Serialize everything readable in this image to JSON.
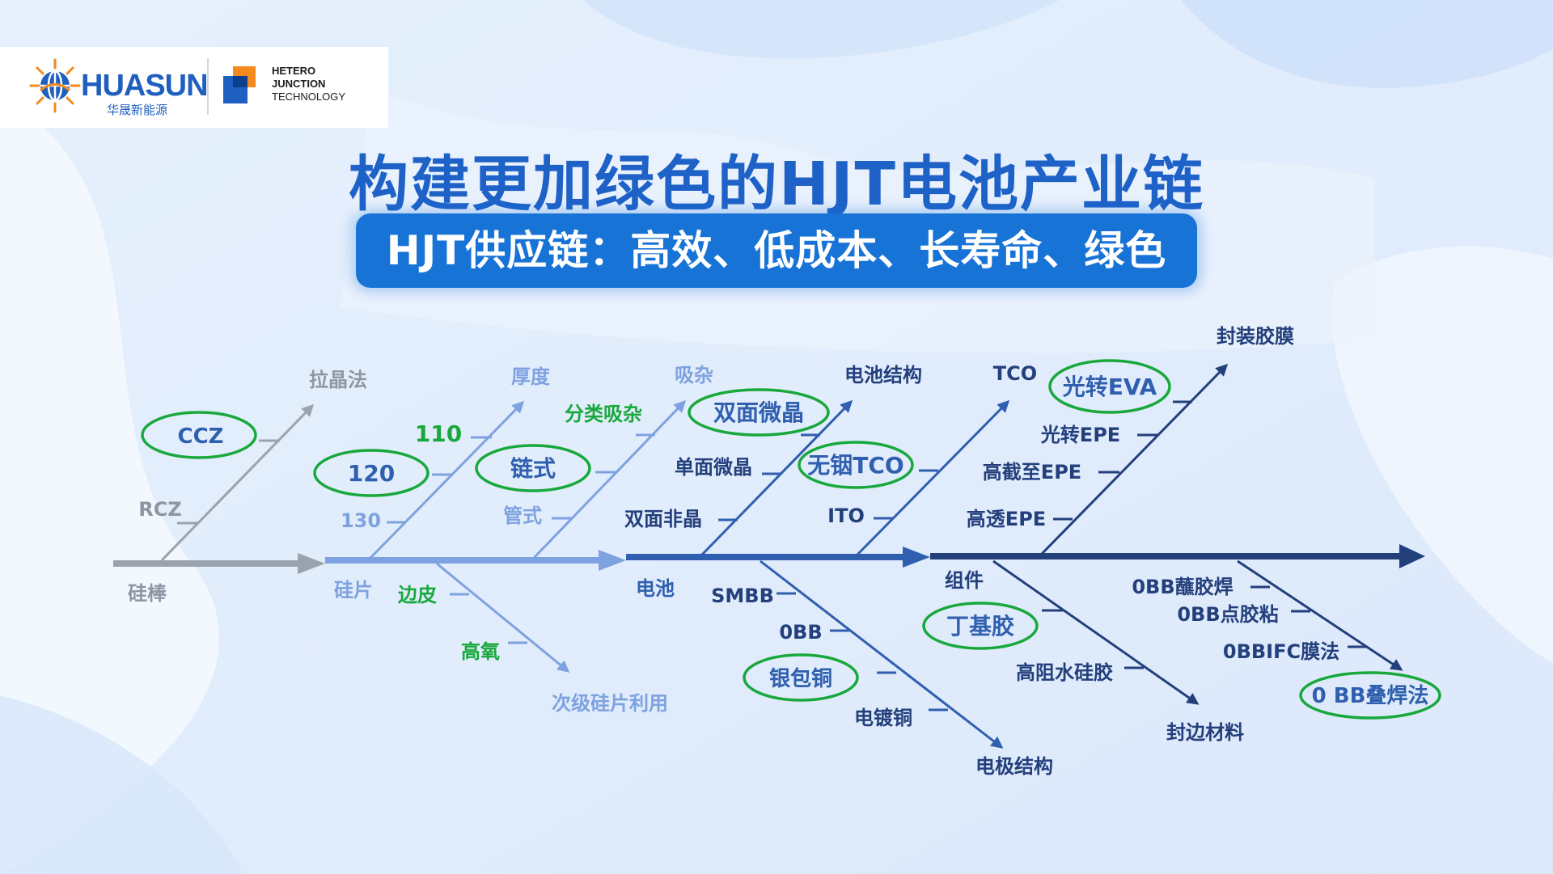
{
  "logo": {
    "brand": "HUASUN",
    "brand_cn": "华晟新能源",
    "hjt_lines": [
      "HETERO",
      "JUNCTION",
      "TECHNOLOGY"
    ]
  },
  "title": "构建更加绿色的HJT电池产业链",
  "subtitle": "HJT供应链：高效、低成本、长寿命、绿色",
  "colors": {
    "silicon_rod": "#9aa2ad",
    "wafer": "#7ea2e0",
    "cell": "#2f5fae",
    "module": "#233f7c",
    "highlight": "#18a83c",
    "title": "#1e62c8",
    "banner": "#1873d6"
  },
  "stages": [
    {
      "name": "硅棒"
    },
    {
      "name": "硅片"
    },
    {
      "name": "电池"
    },
    {
      "name": "组件"
    }
  ],
  "labels": {
    "lajingfa": "拉晶法",
    "ccz": "CCZ",
    "rcz": "RCZ",
    "houdu": "厚度",
    "t110": "110",
    "t120": "120",
    "t130": "130",
    "xiza": "吸杂",
    "fenlei": "分类吸杂",
    "lianshi": "链式",
    "guanshi": "管式",
    "bianpi": "边皮",
    "gaoyang": "高氧",
    "ciji": "次级硅片利用",
    "dianchi_jiegou": "电池结构",
    "shuangmian_weijing": "双面微晶",
    "danmian_weijing": "单面微晶",
    "shuangmian_feijing": "双面非晶",
    "tco": "TCO",
    "wuyin": "无铟TCO",
    "ito": "ITO",
    "smbb": "SMBB",
    "obb": "0BB",
    "yinbaotong": "银包铜",
    "diandutong": "电镀铜",
    "dianji": "电极结构",
    "fengzhuang": "封装胶膜",
    "guangzhuan_eva": "光转EVA",
    "guangzhuan_epe": "光转EPE",
    "gaojiezhi": "高截至EPE",
    "gaotou": "高透EPE",
    "dingjijiao": "丁基胶",
    "gaozu": "高阻水硅胶",
    "fengbian": "封边材料",
    "obb_zhanjiao": "0BB蘸胶焊",
    "obb_dianjiao": "0BB点胶粘",
    "obbifc": "0BBIFC膜法",
    "obb_diehan": "0 BB叠焊法"
  }
}
